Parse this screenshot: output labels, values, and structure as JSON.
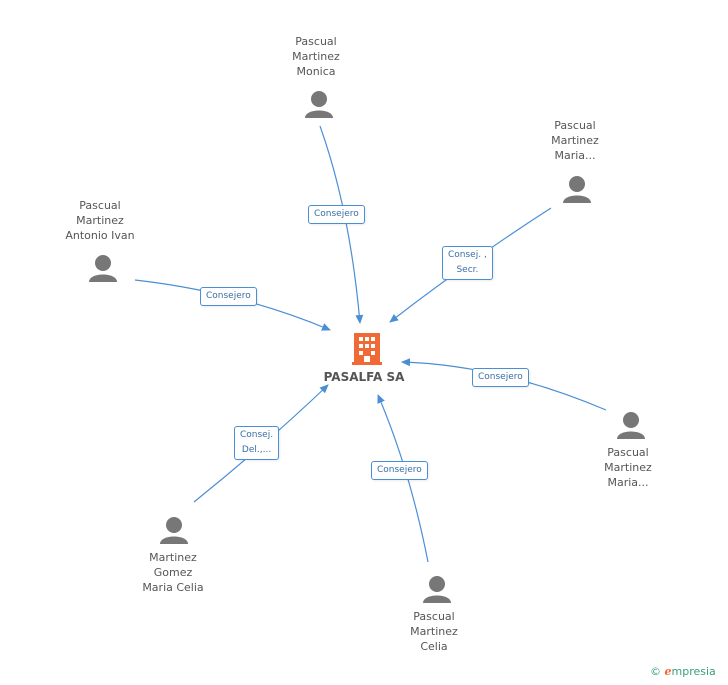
{
  "company": {
    "name": "PASALFA SA"
  },
  "people": [
    {
      "id": "p1",
      "lines": [
        "Pascual",
        "Martinez",
        "Monica"
      ]
    },
    {
      "id": "p2",
      "lines": [
        "Pascual",
        "Martinez",
        "Maria..."
      ]
    },
    {
      "id": "p3",
      "lines": [
        "Pascual",
        "Martinez",
        "Antonio Ivan"
      ]
    },
    {
      "id": "p4",
      "lines": [
        "Pascual",
        "Martinez",
        "Maria..."
      ]
    },
    {
      "id": "p5",
      "lines": [
        "Martinez",
        "Gomez",
        "Maria Celia"
      ]
    },
    {
      "id": "p6",
      "lines": [
        "Pascual",
        "Martinez",
        "Celia"
      ]
    }
  ],
  "roles": [
    {
      "person": "p1",
      "lines": [
        "Consejero"
      ]
    },
    {
      "person": "p2",
      "lines": [
        "Consej. ,",
        "Secr."
      ]
    },
    {
      "person": "p3",
      "lines": [
        "Consejero"
      ]
    },
    {
      "person": "p4",
      "lines": [
        "Consejero"
      ]
    },
    {
      "person": "p5",
      "lines": [
        "Consej.",
        "Del.,..."
      ]
    },
    {
      "person": "p6",
      "lines": [
        "Consejero"
      ]
    }
  ],
  "footer": {
    "copyright": "©",
    "brand_initial": "e",
    "brand_rest": "mpresia"
  },
  "colors": {
    "edge": "#4a8fd6",
    "person_icon": "#777777",
    "company_icon": "#f06a35"
  }
}
